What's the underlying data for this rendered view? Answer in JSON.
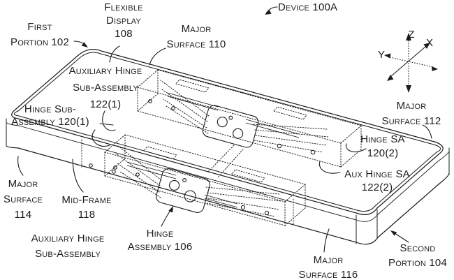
{
  "figure": {
    "kind": "patent-line-drawing",
    "colors": {
      "ink": "#1b1b1b",
      "paper": "#ffffff"
    },
    "labels": {
      "flexible_display": [
        "Flexible",
        "Display",
        "108"
      ],
      "device": [
        "Device 100A"
      ],
      "first_portion": [
        "First",
        "Portion 102"
      ],
      "major_surface_110": [
        "Major",
        "Surface 110"
      ],
      "aux_hinge_122_1": [
        "Auxiliary Hinge",
        "Sub-Assembly",
        "122(1)"
      ],
      "hinge_sub_120_1": [
        "Hinge Sub-",
        "Assembly 120(1)"
      ],
      "major_surface_112": [
        "Major",
        "Surface 112"
      ],
      "hinge_sa_120_2": [
        "Hinge SA",
        "120(2)"
      ],
      "aux_hinge_sa_122_2": [
        "Aux Hinge SA",
        "122(2)"
      ],
      "major_surface_114": [
        "Major",
        "Surface",
        "114"
      ],
      "mid_frame_118": [
        "Mid-Frame",
        "118"
      ],
      "aux_hinge_bottom": [
        "Auxiliary Hinge",
        "Sub-Assembly"
      ],
      "hinge_assembly_106": [
        "Hinge",
        "Assembly 106"
      ],
      "major_surface_116": [
        "Major",
        "Surface 116"
      ],
      "second_portion_104": [
        "Second",
        "Portion 104"
      ]
    },
    "axes": {
      "x": "X",
      "y": "Y",
      "z": "Z"
    }
  }
}
